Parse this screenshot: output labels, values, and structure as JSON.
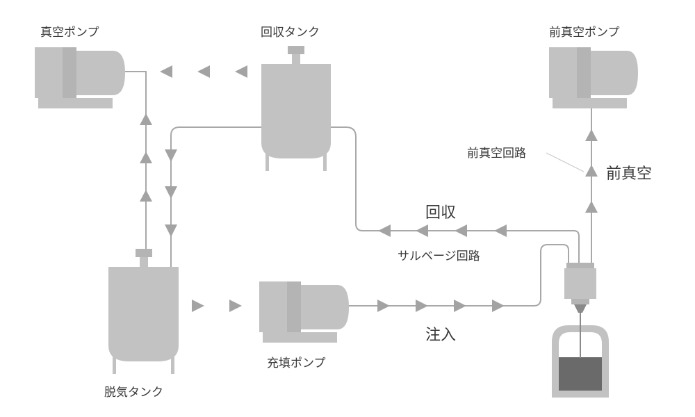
{
  "colors": {
    "equipment": "#c2c2c2",
    "equipment_dark": "#a8a8a8",
    "pipe": "#a8a8a8",
    "arrow": "#a3a3a3",
    "text": "#3a3a3a",
    "liquid": "#6a6a6a",
    "background": "#ffffff"
  },
  "labels": {
    "vacuum_pump": "真空ポンプ",
    "recovery_tank": "回収タンク",
    "pre_vacuum_pump": "前真空ポンプ",
    "pre_vacuum_circuit": "前真空回路",
    "pre_vacuum": "前真空",
    "recovery": "回収",
    "salvage_circuit": "サルベージ回路",
    "injection": "注入",
    "filling_pump": "充填ポンプ",
    "degassing_tank": "脱気タンク"
  },
  "icons": {
    "vacuum_pump": "pump-icon",
    "pre_vacuum_pump": "pump-icon",
    "filling_pump": "pump-icon",
    "recovery_tank": "tank-icon",
    "degassing_tank": "tank-icon",
    "nozzle": "filling-nozzle-icon",
    "container": "container-icon"
  }
}
